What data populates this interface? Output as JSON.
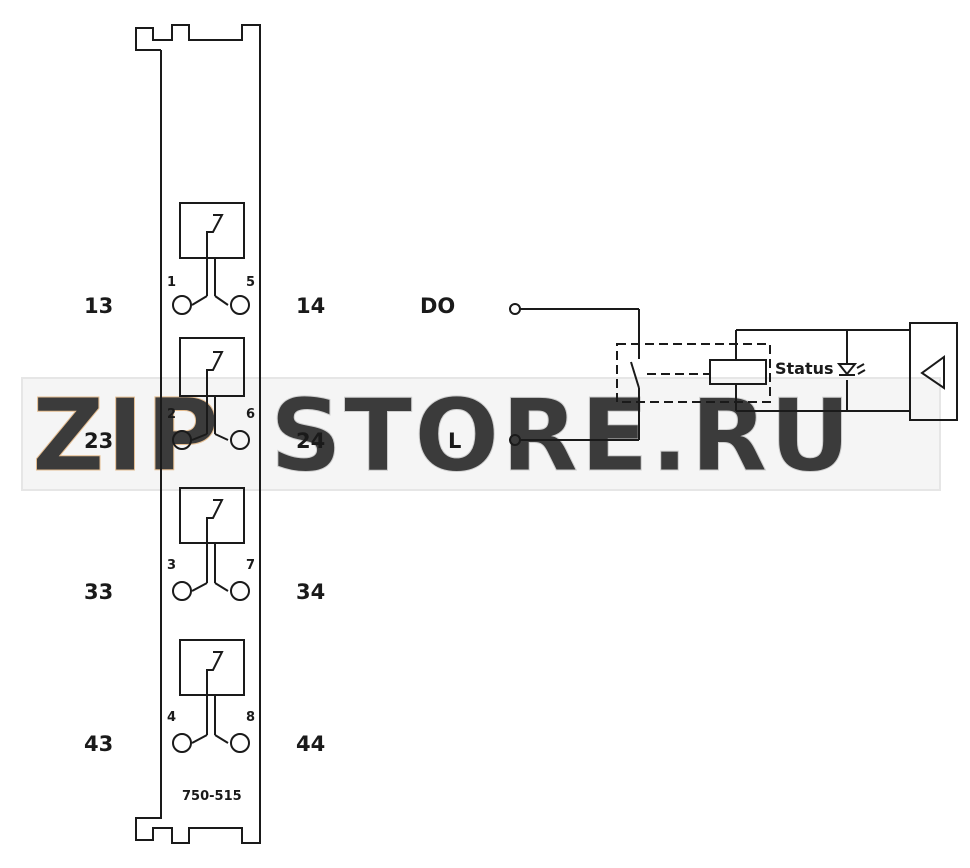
{
  "module": {
    "model": "750-515",
    "relays": [
      {
        "contact_left": "1",
        "contact_right": "5",
        "terminal_left": "13",
        "terminal_right": "14"
      },
      {
        "contact_left": "2",
        "contact_right": "6",
        "terminal_left": "23",
        "terminal_right": "24"
      },
      {
        "contact_left": "3",
        "contact_right": "7",
        "terminal_left": "33",
        "terminal_right": "34"
      },
      {
        "contact_left": "4",
        "contact_right": "8",
        "terminal_left": "43",
        "terminal_right": "44"
      }
    ]
  },
  "circuit": {
    "input_do": "DO",
    "input_l": "L",
    "status_label": "Status"
  },
  "watermark": {
    "part1": "ZIP",
    "part2": "STORE.RU",
    "color1": "#f2c89a",
    "color2": "#d6d6d6"
  }
}
